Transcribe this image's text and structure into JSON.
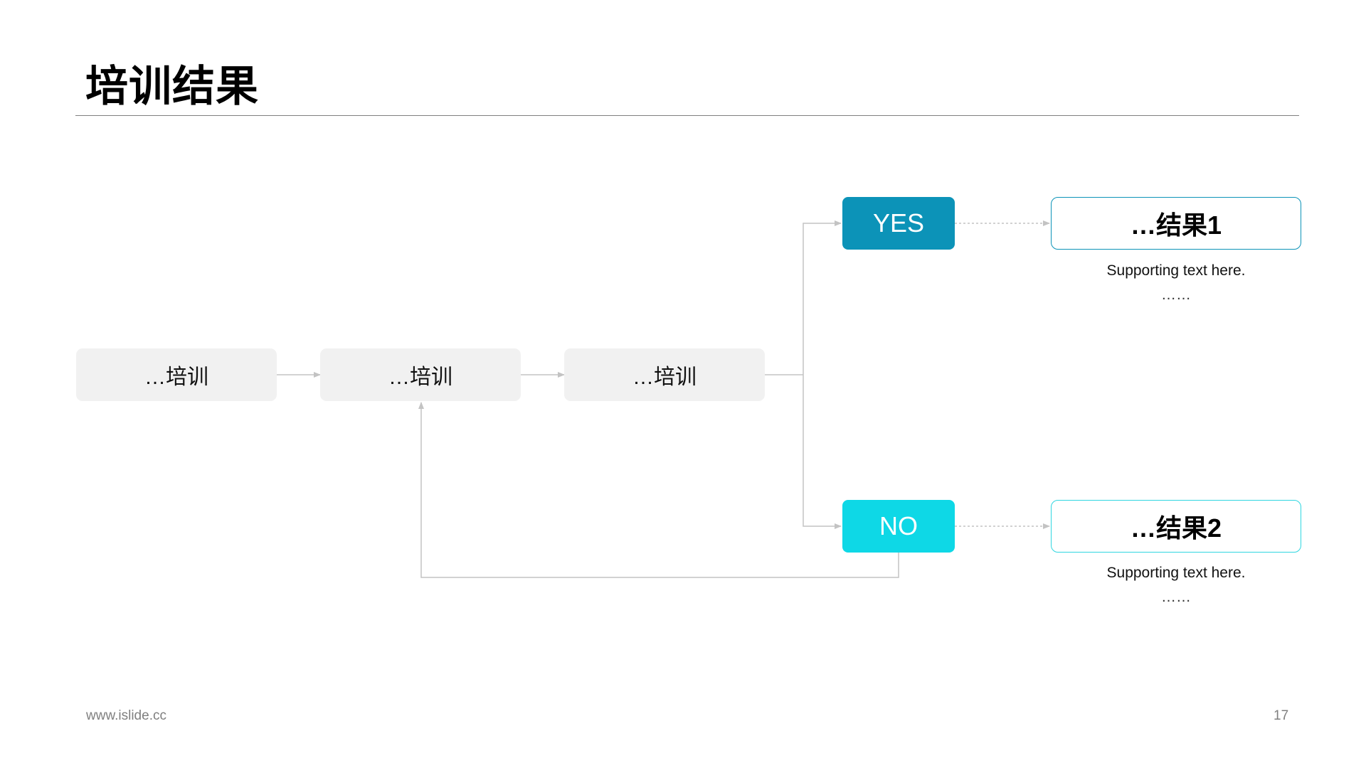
{
  "header": {
    "title": "培训结果"
  },
  "flow": {
    "steps": [
      {
        "label": "…培训"
      },
      {
        "label": "…培训"
      },
      {
        "label": "…培训"
      }
    ],
    "decisions": {
      "yes": {
        "label": "YES",
        "color": "#0c93b8"
      },
      "no": {
        "label": "NO",
        "color": "#0ed8e6"
      }
    },
    "results": [
      {
        "label": "…结果1",
        "supporting_text": "Supporting  text here.",
        "ellipsis": "……"
      },
      {
        "label": "…结果2",
        "supporting_text": "Supporting  text here.",
        "ellipsis": "……"
      }
    ]
  },
  "footer": {
    "url": "www.islide.cc",
    "page_number": "17"
  }
}
